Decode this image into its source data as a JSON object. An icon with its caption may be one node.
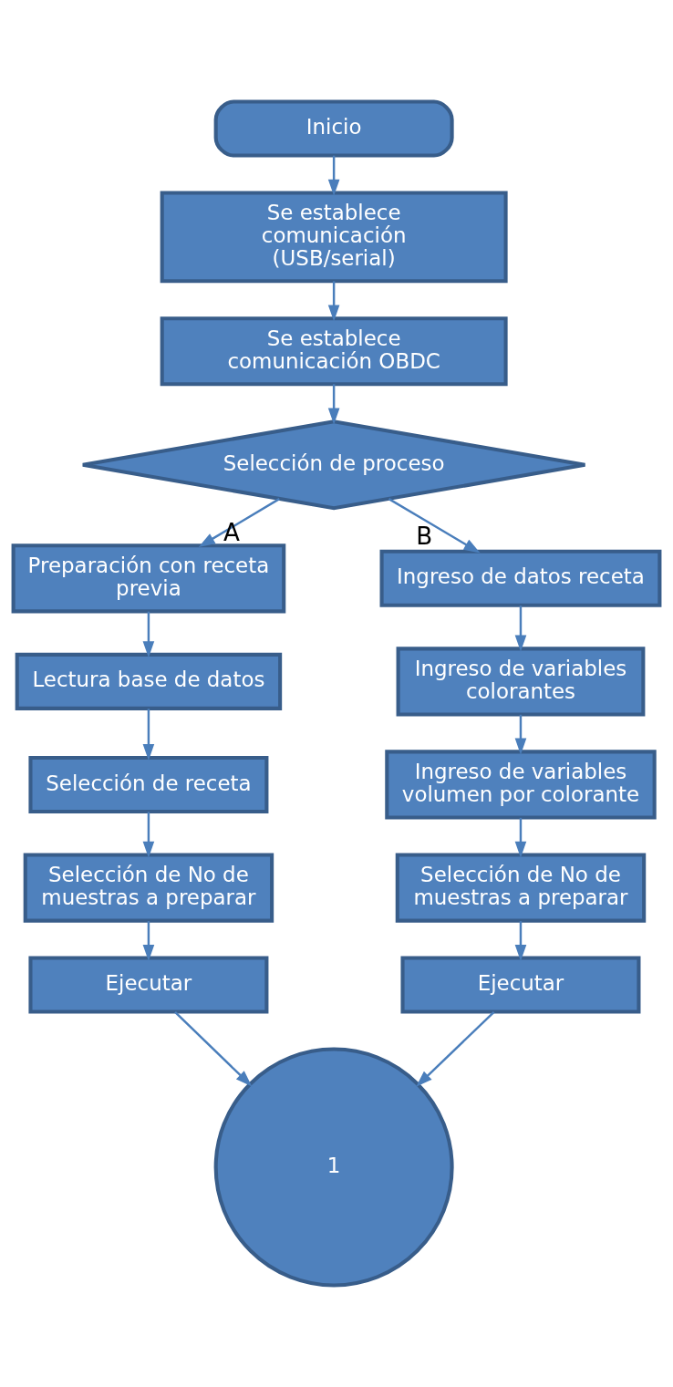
{
  "diagram": {
    "nodes": [
      {
        "text": [
          "Inicio"
        ]
      },
      {
        "text": [
          "Se establece comunicación (USB/serial)"
        ]
      },
      {
        "text": [
          "Se establece comunicación OBDC"
        ]
      },
      {
        "text": [
          "Selección de proceso"
        ]
      },
      {
        "text": [
          "Preparación con receta previa"
        ]
      },
      {
        "text": [
          "Lectura base de datos"
        ]
      },
      {
        "text": [
          "Selección de receta"
        ]
      },
      {
        "text": [
          "Selección de No de muestras a preparar"
        ]
      },
      {
        "text": [
          "Ejecutar"
        ]
      },
      {
        "text": [
          "Ingreso de datos receta"
        ]
      },
      {
        "text": [
          "Ingreso de variables colorantes"
        ]
      },
      {
        "text": [
          "Ingreso de variables volumen por colorante"
        ]
      },
      {
        "text": [
          "Selección de No de muestras a preparar"
        ]
      },
      {
        "text": [
          "Ejecutar"
        ]
      },
      {
        "text": [
          "1"
        ]
      }
    ],
    "edges": [
      {
        "from": 0,
        "to": 1,
        "arrow": "to"
      },
      {
        "from": 1,
        "to": 2,
        "arrow": "to"
      },
      {
        "from": 2,
        "to": 3,
        "arrow": "to"
      },
      {
        "from": 3,
        "to": 4,
        "arrow": "to",
        "label": "A"
      },
      {
        "from": 3,
        "to": 9,
        "arrow": "to",
        "label": "B"
      },
      {
        "from": 4,
        "to": 5,
        "arrow": "to"
      },
      {
        "from": 5,
        "to": 6,
        "arrow": "to"
      },
      {
        "from": 6,
        "to": 7,
        "arrow": "to"
      },
      {
        "from": 7,
        "to": 8,
        "arrow": "to"
      },
      {
        "from": 9,
        "to": 10,
        "arrow": "to"
      },
      {
        "from": 10,
        "to": 11,
        "arrow": "to"
      },
      {
        "from": 11,
        "to": 12,
        "arrow": "to"
      },
      {
        "from": 12,
        "to": 13,
        "arrow": "to"
      },
      {
        "from": 8,
        "to": 14,
        "arrow": "to"
      },
      {
        "from": 13,
        "to": 14,
        "arrow": "to"
      }
    ]
  }
}
